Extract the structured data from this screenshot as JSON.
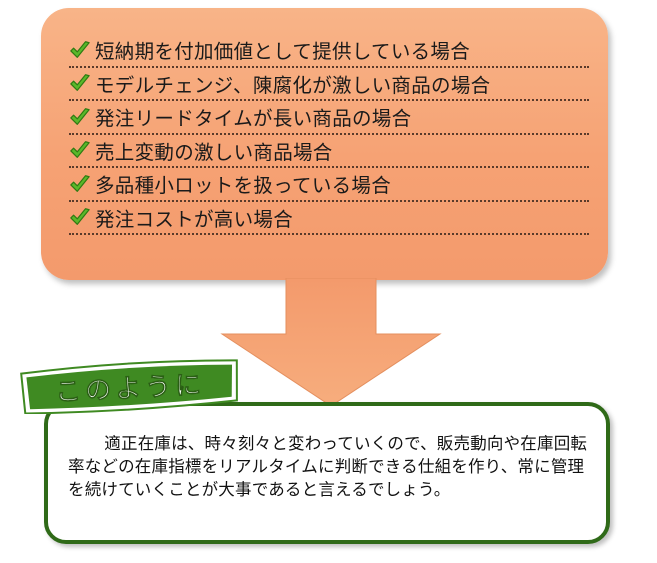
{
  "checklist": {
    "items": [
      "短納期を付加価値として提供している場合",
      "モデルチェンジ、陳腐化が激しい商品の場合",
      "発注リードタイムが長い商品の場合",
      "売上変動の激しい商品場合",
      "多品種小ロットを扱っている場合",
      "発注コストが高い場合"
    ],
    "icon": "green-checkmark-icon"
  },
  "badge": {
    "label": "このように"
  },
  "summary": {
    "text": "適正在庫は、時々刻々と変わっていくので、販売動向や在庫回転率などの在庫指標をリアルタイムに判断できる仕組を作り、常に管理を続けていくことが大事であると言えるでしょう。"
  },
  "colors": {
    "panel": "#f6a274",
    "arrow": "#f5a46e",
    "check": "#5bb82a",
    "badge_green": "#3f8a22",
    "box_border": "#2f6a18"
  }
}
